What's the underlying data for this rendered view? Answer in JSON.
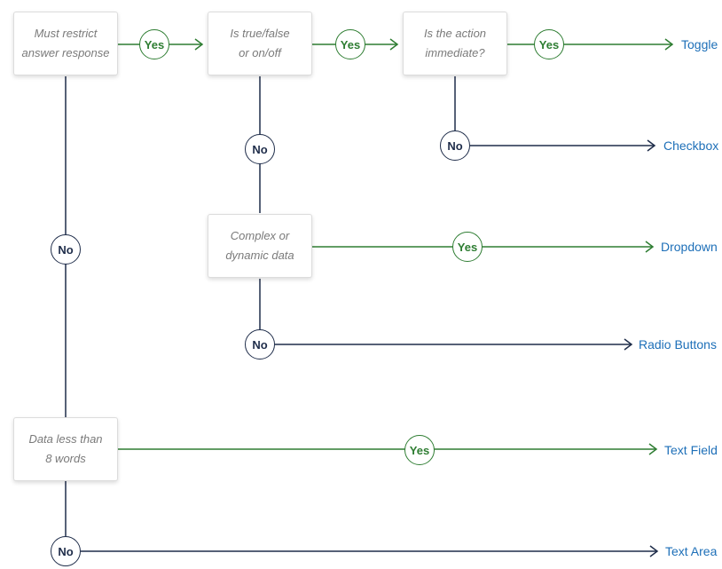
{
  "colors": {
    "yes": "#2e7d32",
    "no": "#1f2d4a",
    "outcome": "#1d6fb8",
    "question_text": "#7a7a7a"
  },
  "questions": {
    "q1": "Must restrict\nanswer response",
    "q2": "Is true/false\nor on/off",
    "q3": "Is the action\nimmediate?",
    "q4": "Complex or\ndynamic data",
    "q5": "Data less than\n8 words"
  },
  "answers": {
    "yes": "Yes",
    "no": "No"
  },
  "outcomes": {
    "toggle": "Toggle",
    "checkbox": "Checkbox",
    "dropdown": "Dropdown",
    "radio_buttons": "Radio Buttons",
    "text_field": "Text Field",
    "text_area": "Text Area"
  }
}
